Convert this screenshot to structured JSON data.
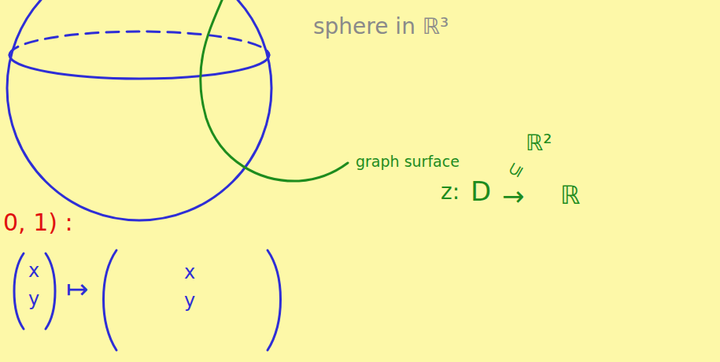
{
  "diagram": {
    "labels": [
      "sphere in ℝ³",
      "graph surface",
      "z:",
      "D",
      "⊆",
      "ℝ²",
      "→",
      "ℝ",
      "0, 1) :",
      "x",
      "y",
      "↦",
      "x",
      "y"
    ]
  }
}
